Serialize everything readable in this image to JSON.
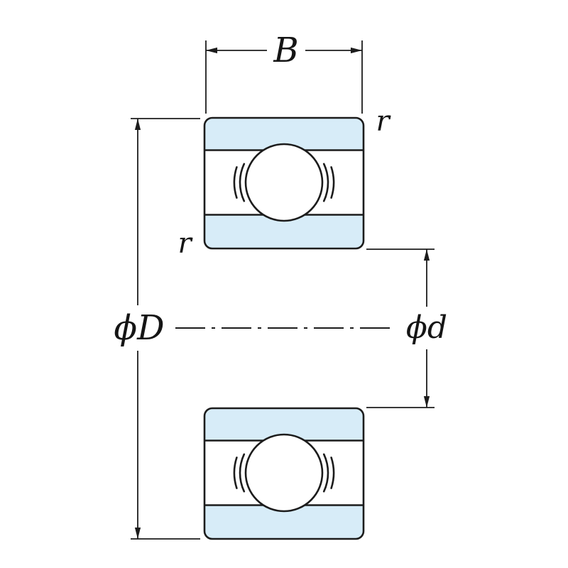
{
  "diagram": {
    "name": "Ball bearing cross-section dimension drawing",
    "labels": {
      "width_b": "B",
      "outer_diameter": "ϕD",
      "bore_diameter": "ϕd",
      "chamfer_top_right": "r",
      "chamfer_mid_left": "r"
    },
    "colors": {
      "ring_fill": "#d7ecf8",
      "line": "#1c1c1c",
      "background": "#ffffff"
    }
  }
}
